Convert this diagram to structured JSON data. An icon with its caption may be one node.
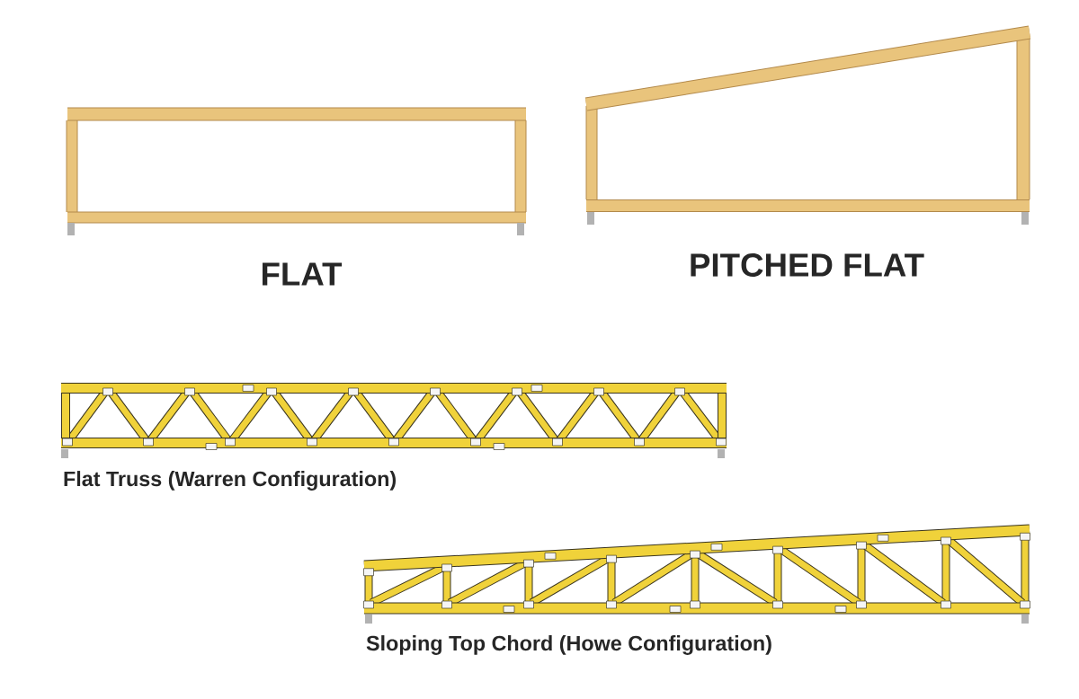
{
  "diagram": {
    "labels": [
      "FLAT",
      "PITCHED FLAT",
      "Flat Truss (Warren Configuration)",
      "Sloping Top Chord (Howe Configuration)"
    ]
  }
}
